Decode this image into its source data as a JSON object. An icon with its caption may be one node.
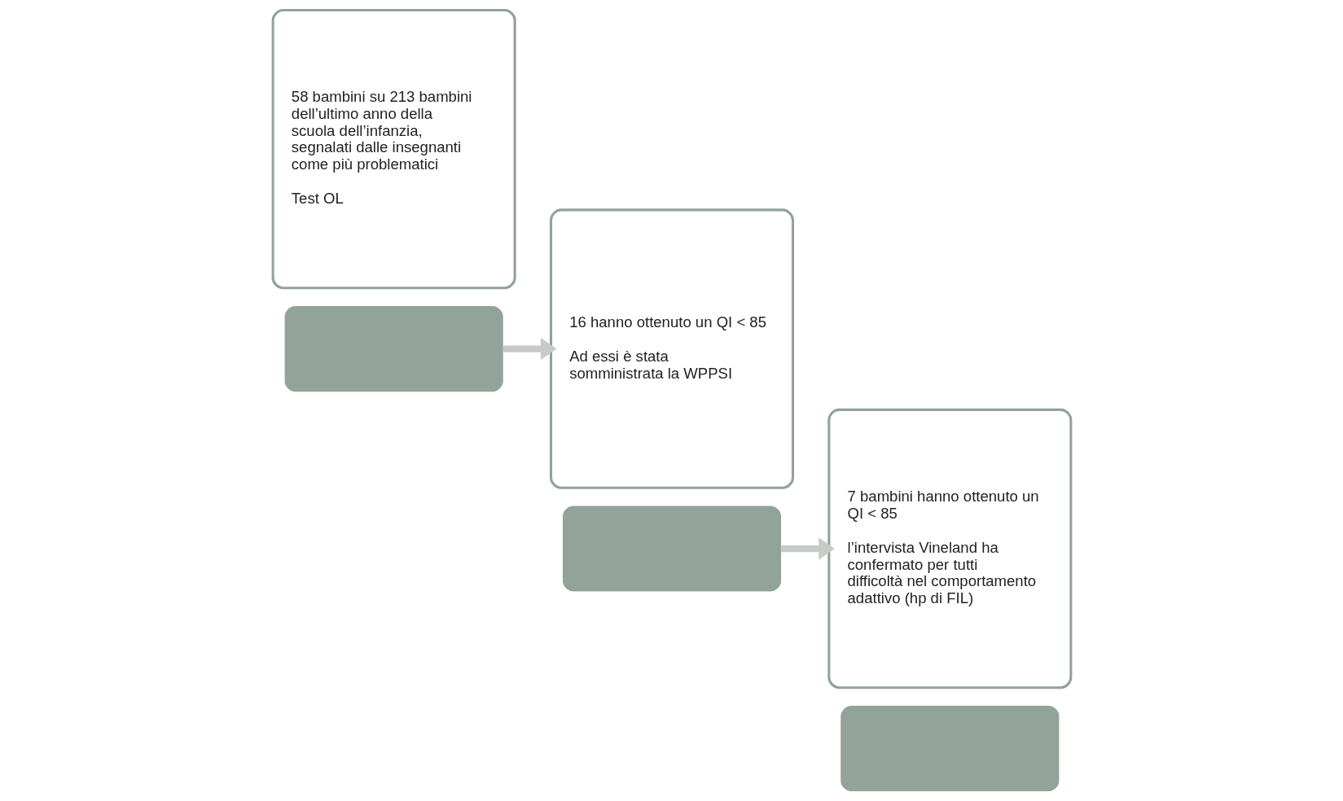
{
  "diagram": {
    "nodes": [
      {
        "text": [
          "58 bambini su 213 bambini dell’ultimo anno della scuola dell’infanzia, segnalati dalle insegnanti come più problematici",
          "Test OL"
        ]
      },
      {
        "text": [],
        "shape": "box"
      },
      {
        "text": [
          "16 hanno ottenuto un QI < 85",
          "Ad essi è stata somministrata la WPPSI"
        ]
      },
      {
        "text": [],
        "shape": "box"
      },
      {
        "text": [
          "7 bambini hanno ottenuto un QI < 85",
          "l’intervista Vineland ha confermato per tutti difficoltà nel comportamento adattivo (hp di FIL)"
        ]
      },
      {
        "text": [],
        "shape": "box"
      }
    ],
    "edges": [
      {
        "from": 1,
        "to": 2,
        "arrow": "to"
      },
      {
        "from": 3,
        "to": 4,
        "arrow": "to"
      }
    ]
  }
}
